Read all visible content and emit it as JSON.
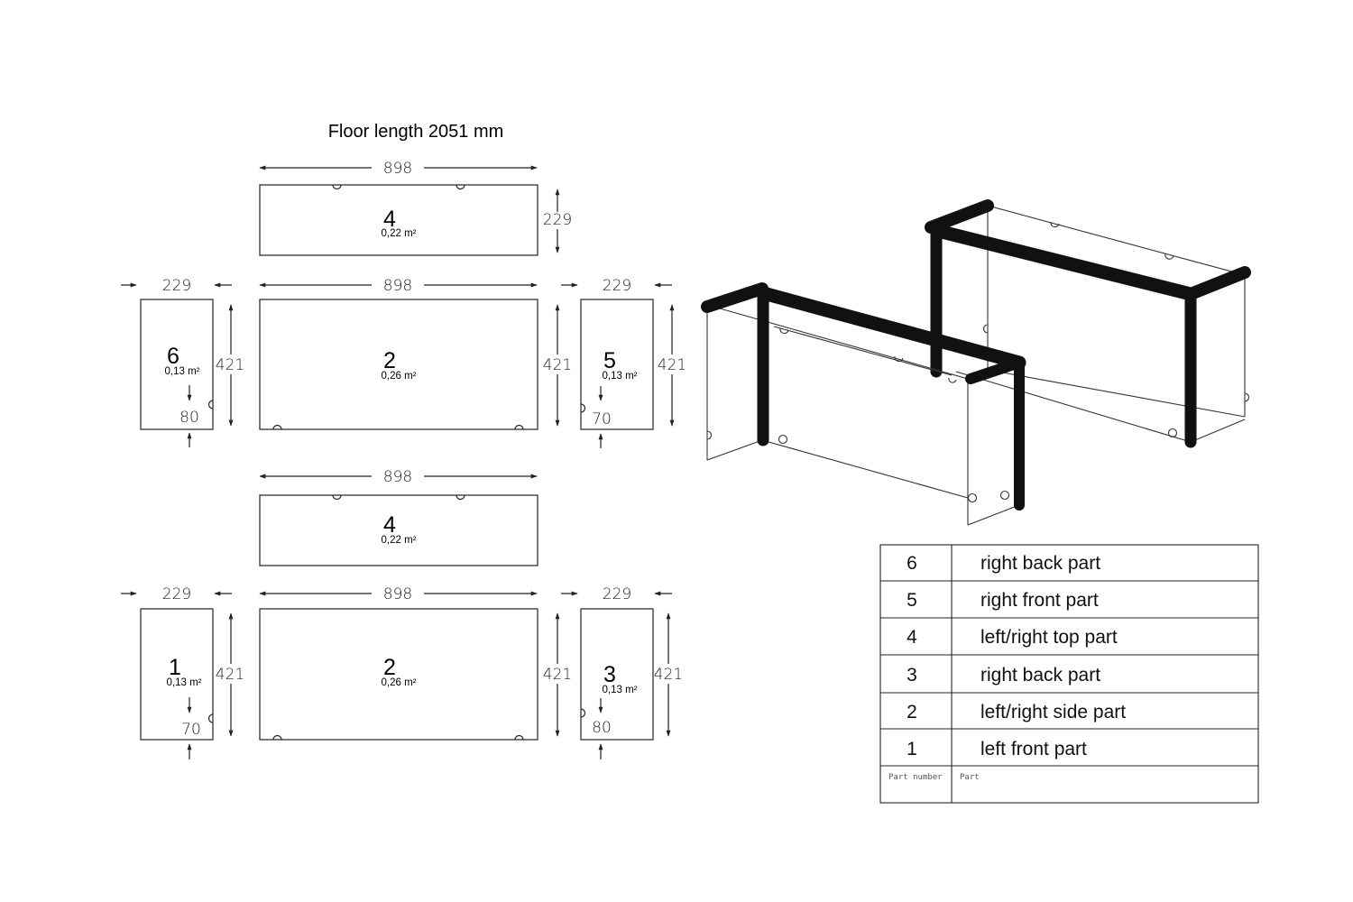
{
  "title": "Floor length 2051 mm",
  "panels": [
    {
      "number": "4",
      "area": "0,22 m²",
      "width": "898",
      "height": "229"
    },
    {
      "number": "6",
      "area": "0,13 m²",
      "width": "229",
      "height": "421",
      "offset": "80"
    },
    {
      "number": "2",
      "area": "0,26 m²",
      "width": "898",
      "height": "421"
    },
    {
      "number": "5",
      "area": "0,13 m²",
      "width": "229",
      "height": "421",
      "offset": "70"
    },
    {
      "number": "4",
      "area": "0,22 m²",
      "width": "898"
    },
    {
      "number": "1",
      "area": "0,13 m²",
      "width": "229",
      "height": "421",
      "offset": "70"
    },
    {
      "number": "2",
      "area": "0,26 m²",
      "width": "898",
      "height": "421"
    },
    {
      "number": "3",
      "area": "0,13 m²",
      "width": "229",
      "height": "421",
      "offset": "80"
    }
  ],
  "parts_table": {
    "rows": [
      {
        "number": "6",
        "part": "right back part"
      },
      {
        "number": "5",
        "part": "right front part"
      },
      {
        "number": "4",
        "part": "left/right top part"
      },
      {
        "number": "3",
        "part": "right back part"
      },
      {
        "number": "2",
        "part": "left/right side part"
      },
      {
        "number": "1",
        "part": "left front part"
      }
    ],
    "header": {
      "number": "Part number",
      "part": "Part"
    }
  }
}
